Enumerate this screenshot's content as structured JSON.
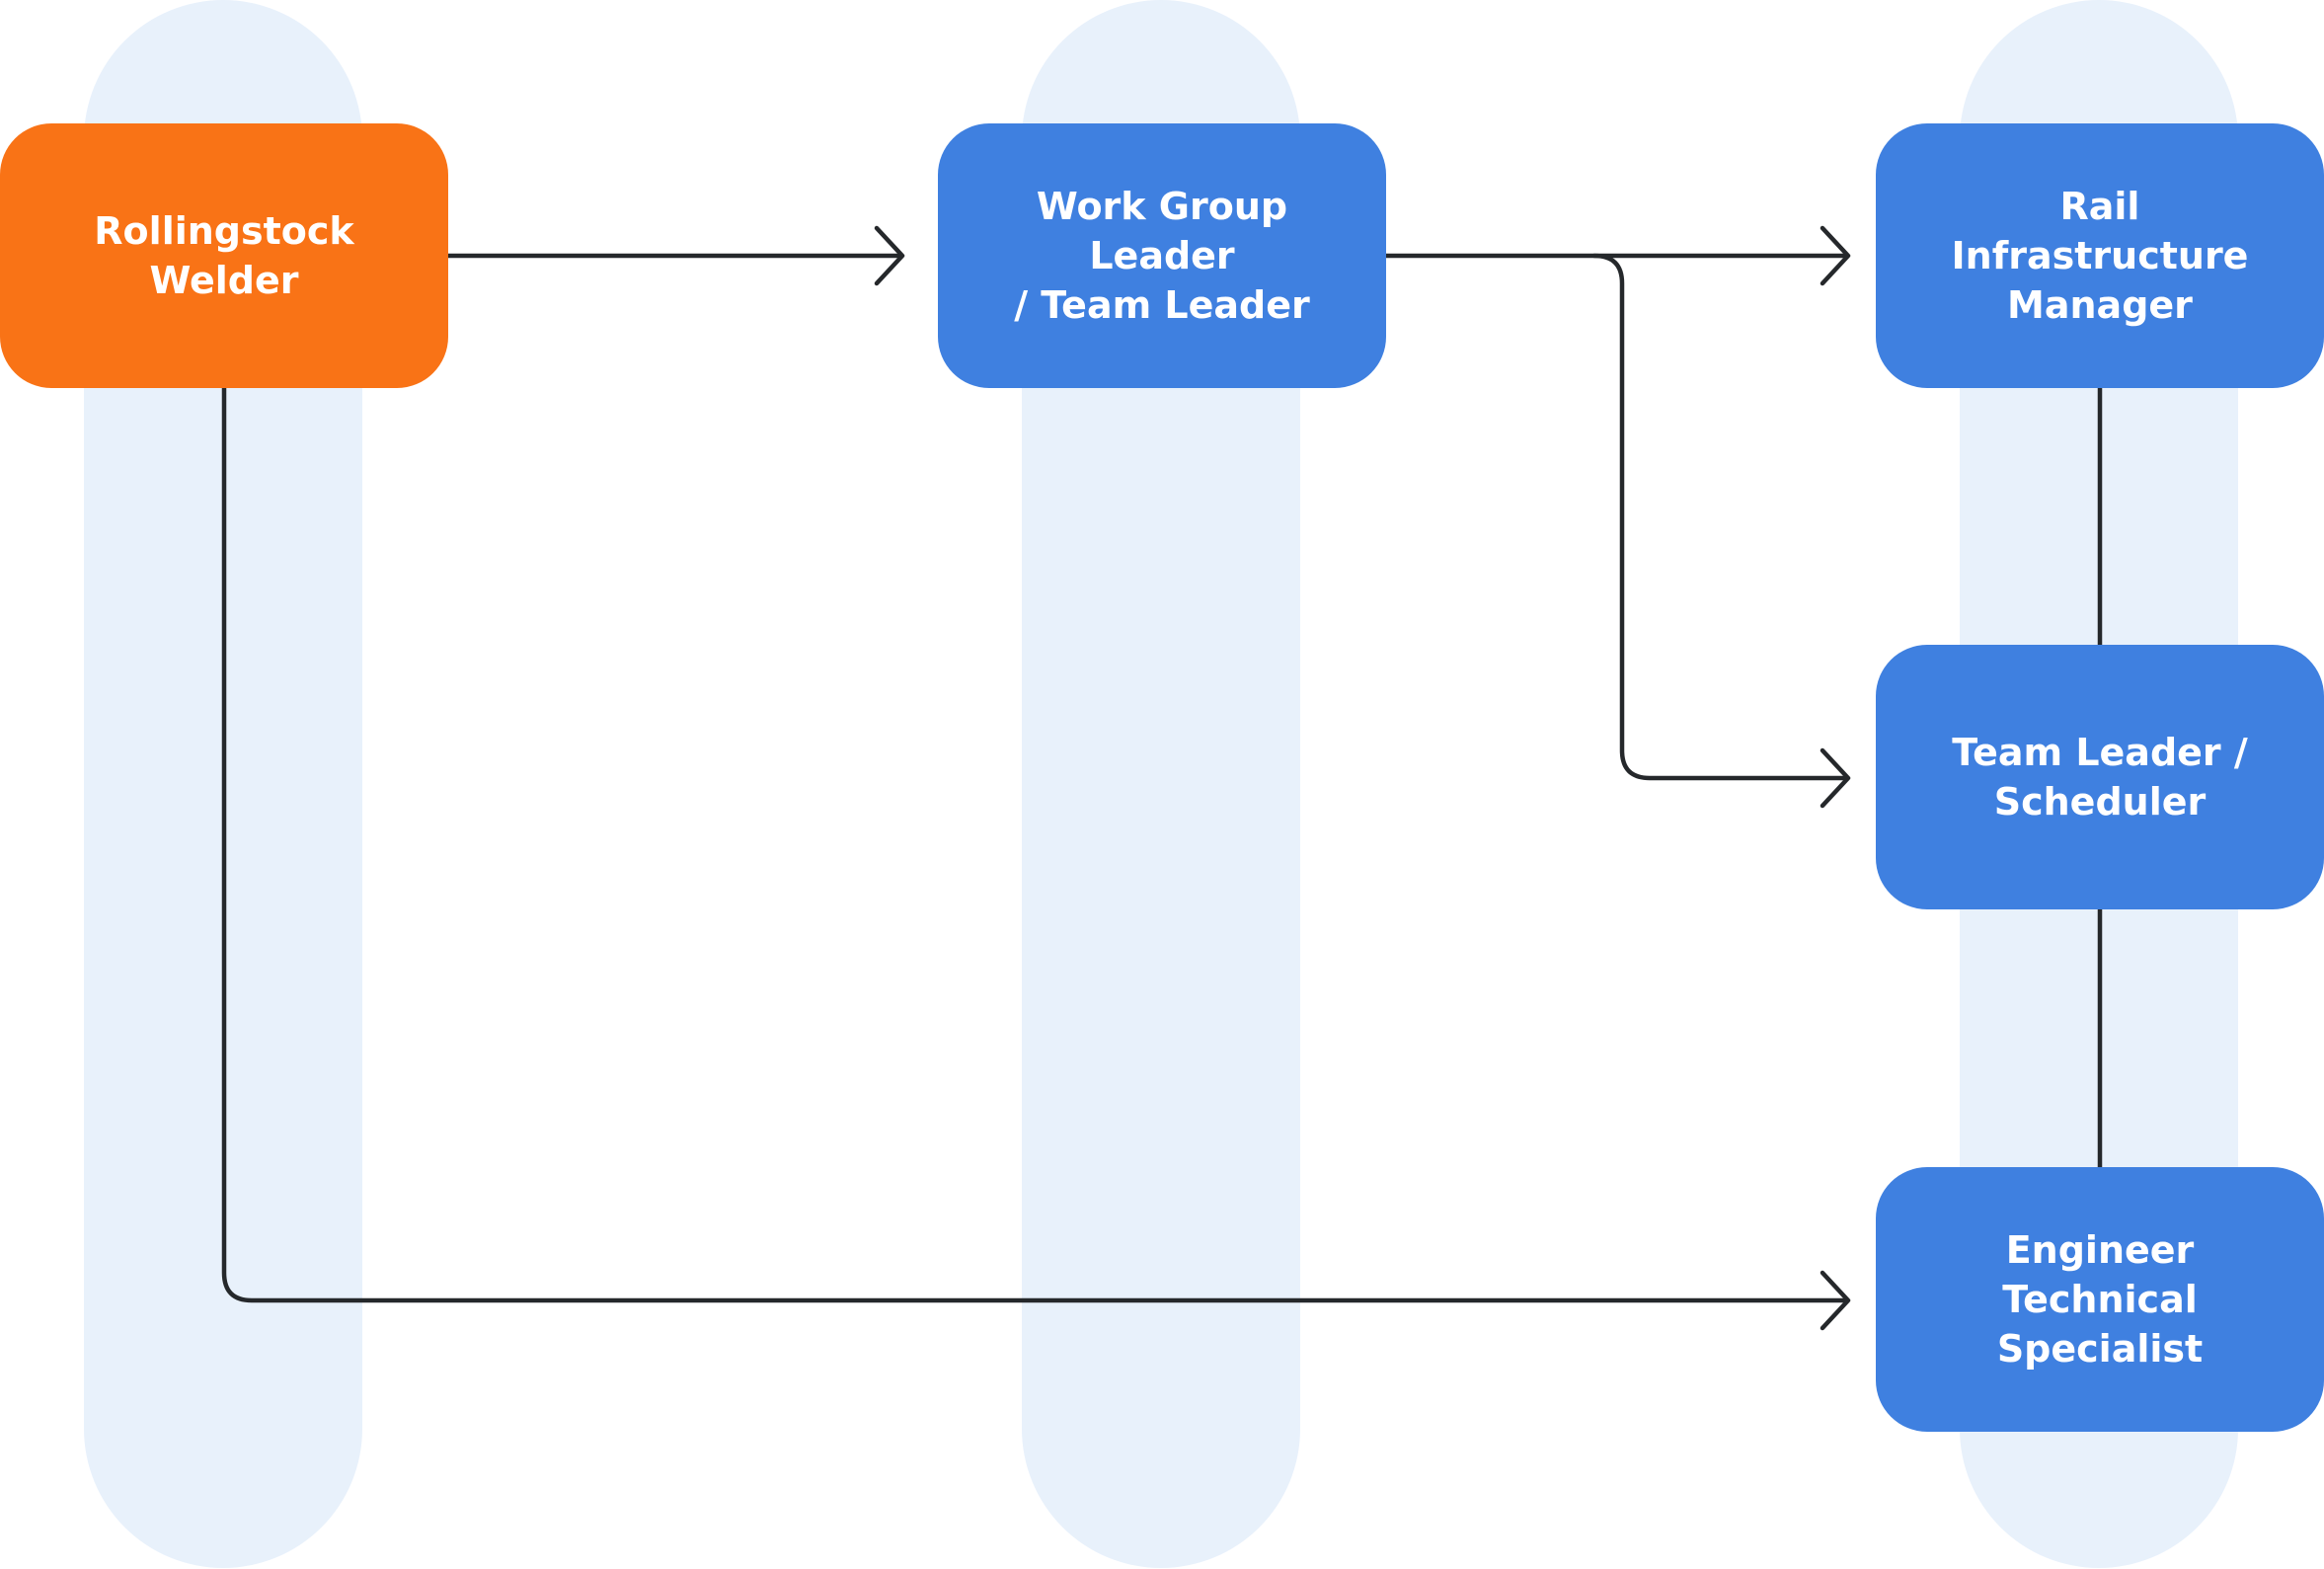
{
  "colors": {
    "lane": "#e8f1fb",
    "start_node": "#f97316",
    "role_node": "#3f80e0",
    "connector": "#25282b",
    "label": "#ffffff"
  },
  "nodes": {
    "welder": {
      "label": "Rollingstock\nWelder"
    },
    "work_group_leader": {
      "label": "Work Group Leader\n/ Team Leader"
    },
    "rail_infrastructure_manager": {
      "label": "Rail\nInfrastructure\nManager"
    },
    "team_leader_scheduler": {
      "label": "Team Leader /\nScheduler"
    },
    "engineer_technical_specialist": {
      "label": "Engineer\nTechnical\nSpecialist"
    }
  },
  "edges": [
    {
      "from": "welder",
      "to": "work_group_leader",
      "arrow": true
    },
    {
      "from": "work_group_leader",
      "to": "rail_infrastructure_manager",
      "arrow": true
    },
    {
      "from": "work_group_leader",
      "to": "team_leader_scheduler",
      "arrow": true
    },
    {
      "from": "welder",
      "to": "engineer_technical_specialist",
      "arrow": true
    },
    {
      "from": "rail_infrastructure_manager",
      "to": "team_leader_scheduler",
      "arrow": false
    },
    {
      "from": "team_leader_scheduler",
      "to": "engineer_technical_specialist",
      "arrow": false
    }
  ]
}
